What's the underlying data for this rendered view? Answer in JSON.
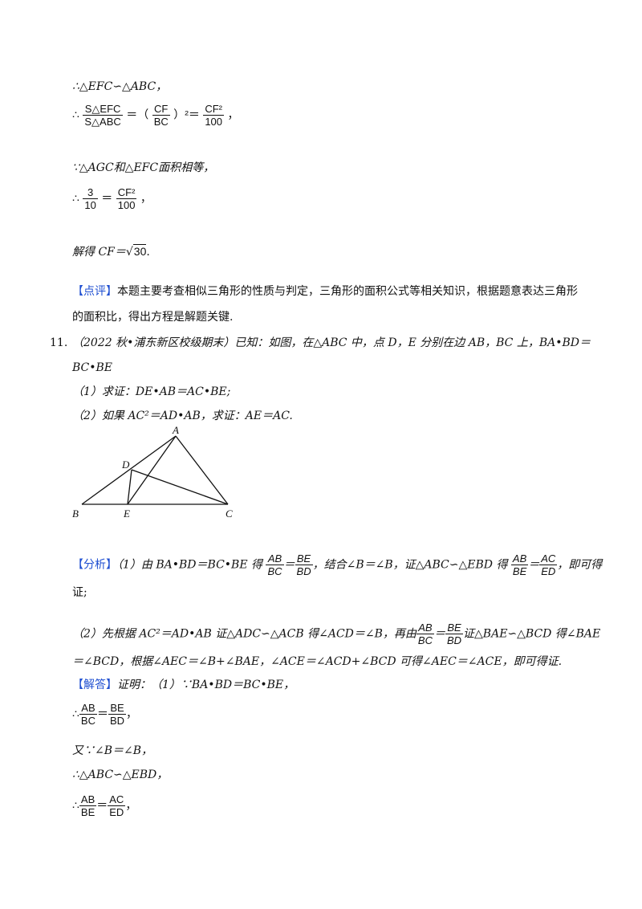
{
  "lines": {
    "l1": "∴△EFC∽△ABC，",
    "l2_pre": "∴",
    "l2_frac1_num": "S△EFC",
    "l2_frac1_den": "S△ABC",
    "l2_eq": "＝（",
    "l2_frac2_num": "CF",
    "l2_frac2_den": "BC",
    "l2_mid": "）²＝",
    "l2_frac3_num": "CF²",
    "l2_frac3_den": "100",
    "l2_post": "，",
    "l3": "∵△AGC和△EFC面积相等，",
    "l4_pre": "∴",
    "l4_frac1_num": "3",
    "l4_frac1_den": "10",
    "l4_eq": "＝",
    "l4_frac2_num": "CF²",
    "l4_frac2_den": "100",
    "l4_post": "，",
    "l5_pre": "解得 CF＝√",
    "l5_rad": "30",
    "l5_post": "."
  },
  "comment": {
    "tag": "【点评】",
    "text1": "本题主要考查相似三角形的性质与判定，三角形的面积公式等相关知识，根据题意表达三角形",
    "text2": "的面积比，得出方程是解题关键."
  },
  "problem": {
    "number": "11.",
    "line1": "（2022 秋•浦东新区校级期末）已知：如图，在△ABC 中，点 D，E 分别在边 AB，BC 上，BA•BD＝",
    "line2": "BC•BE",
    "part1": "（1）求证：DE•AB＝AC•BE;",
    "part2": "（2）如果 AC²＝AD•AB，求证：AE＝AC."
  },
  "figure": {
    "labels": {
      "A": "A",
      "B": "B",
      "C": "C",
      "D": "D",
      "E": "E"
    }
  },
  "analysis": {
    "tag": "【分析】",
    "p1_a": "（1）由 BA•BD＝BC•BE 得",
    "p1_f1_num": "AB",
    "p1_f1_den": "BC",
    "p1_eq1": "＝",
    "p1_f2_num": "BE",
    "p1_f2_den": "BD",
    "p1_b": "，结合∠B＝∠B，证△ABC∽△EBD 得",
    "p1_f3_num": "AB",
    "p1_f3_den": "BE",
    "p1_eq2": "＝",
    "p1_f4_num": "AC",
    "p1_f4_den": "ED",
    "p1_c": "，即可得",
    "p1_d": "证;",
    "p2_a": "（2）先根据 AC²＝AD•AB 证△ADC∽△ACB 得∠ACD＝∠B，再由",
    "p2_f1_num": "AB",
    "p2_f1_den": "BC",
    "p2_eq": "＝",
    "p2_f2_num": "BE",
    "p2_f2_den": "BD",
    "p2_b": "证△BAE∽△BCD 得∠BAE",
    "p2_c": "＝∠BCD，根据∠AEC＝∠B+∠BAE，∠ACE＝∠ACD+∠BCD 可得∠AEC＝∠ACE，即可得证."
  },
  "solution": {
    "tag": "【解答】",
    "s1": "证明：（1）∵BA•BD＝BC•BE，",
    "s2_pre": "∴",
    "s2_f1_num": "AB",
    "s2_f1_den": "BC",
    "s2_eq": "＝",
    "s2_f2_num": "BE",
    "s2_f2_den": "BD",
    "s2_post": "，",
    "s3": "又∵∠B＝∠B，",
    "s4": "∴△ABC∽△EBD，",
    "s5_pre": "∴",
    "s5_f1_num": "AB",
    "s5_f1_den": "BE",
    "s5_eq": "＝",
    "s5_f2_num": "AC",
    "s5_f2_den": "ED",
    "s5_post": "，"
  },
  "colors": {
    "tag": "#1f4fd1",
    "text": "#111111"
  }
}
